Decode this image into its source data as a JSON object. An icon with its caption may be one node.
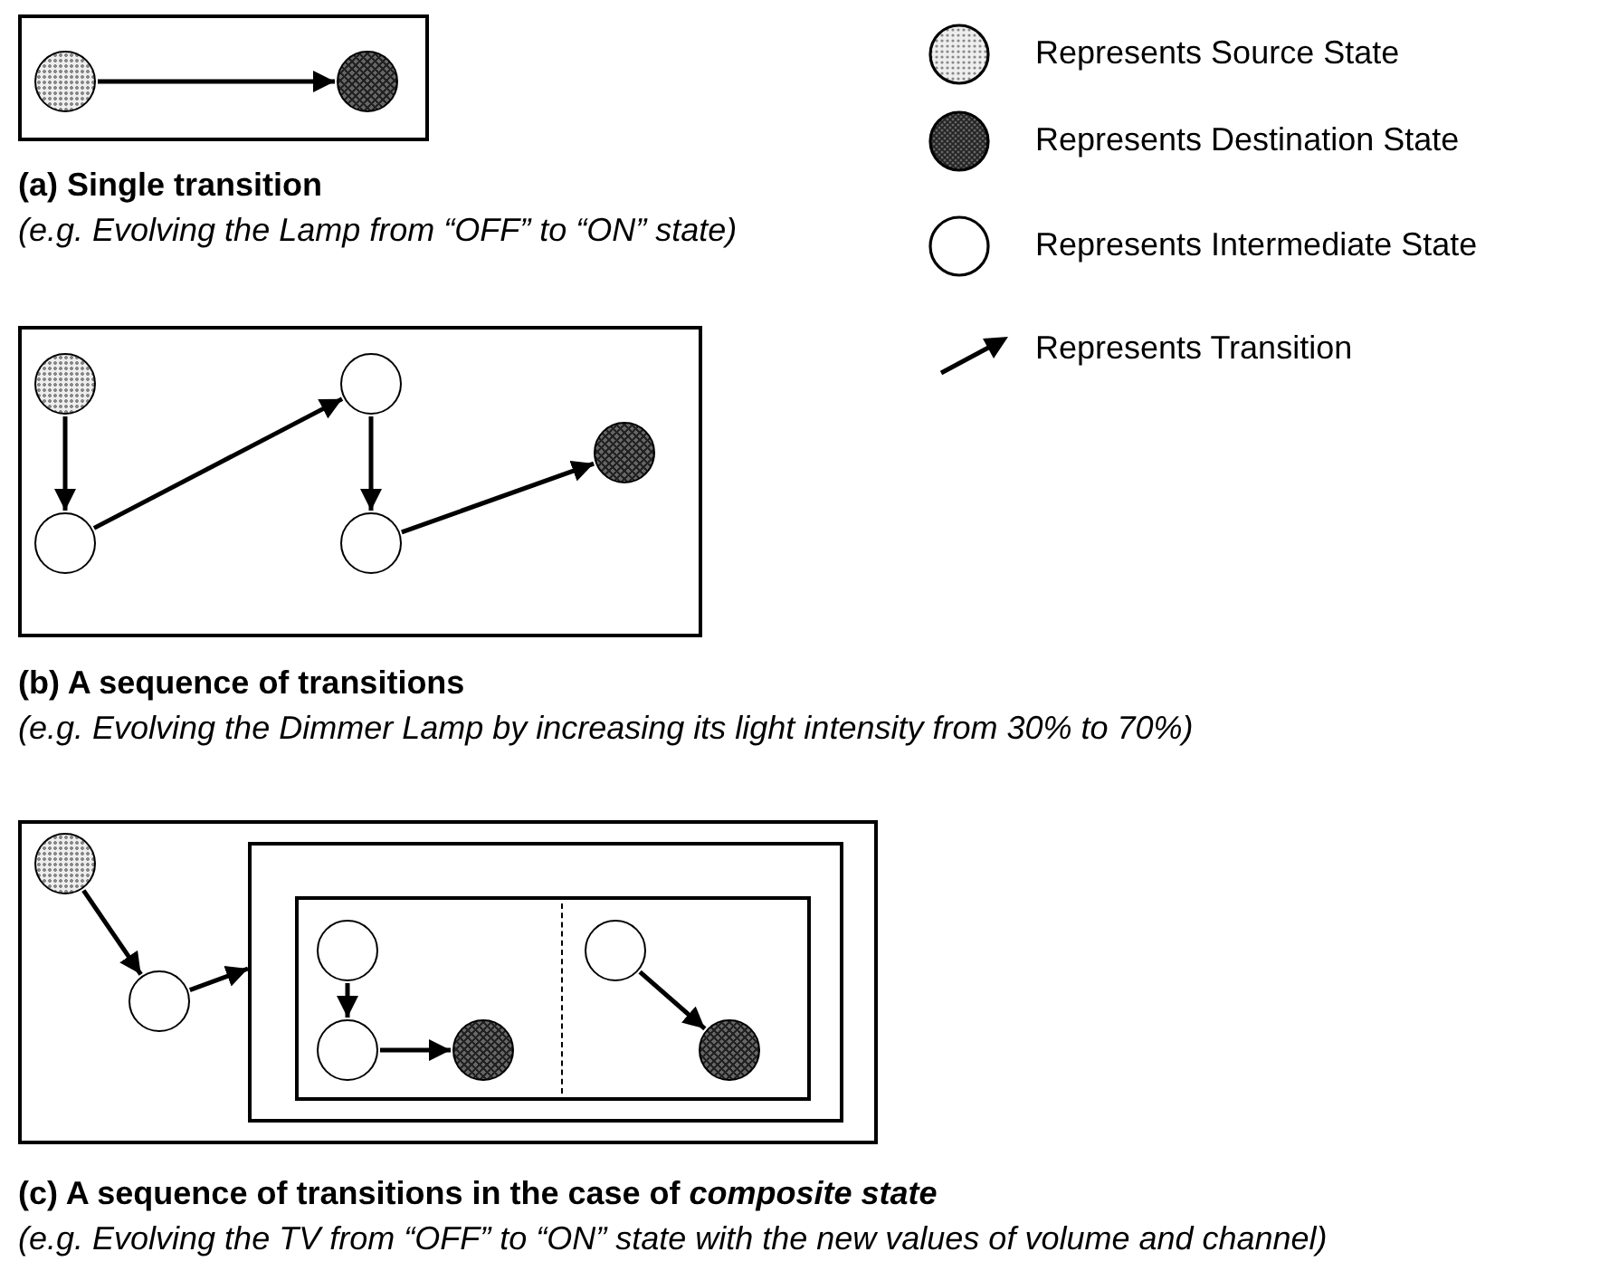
{
  "diagram": {
    "nodes": [
      {
        "text": [],
        "shape": "box"
      },
      {
        "text": [],
        "shape": "circle",
        "in": 0
      },
      {
        "text": [],
        "shape": "circle",
        "in": 0
      },
      {
        "text": [],
        "shape": "box"
      },
      {
        "text": [],
        "shape": "circle",
        "in": 3
      },
      {
        "text": [],
        "shape": "circle",
        "in": 3
      },
      {
        "text": [],
        "shape": "circle",
        "in": 3
      },
      {
        "text": [],
        "shape": "circle",
        "in": 3
      },
      {
        "text": [],
        "shape": "circle",
        "in": 3
      },
      {
        "text": [],
        "shape": "box"
      },
      {
        "text": [],
        "shape": "circle",
        "in": 9
      },
      {
        "text": [],
        "shape": "circle",
        "in": 9
      },
      {
        "text": [],
        "shape": "box",
        "in": 9
      },
      {
        "text": [],
        "shape": "box",
        "in": 12
      },
      {
        "text": [],
        "shape": "circle",
        "in": 13
      },
      {
        "text": [],
        "shape": "circle",
        "in": 13
      },
      {
        "text": [],
        "shape": "circle",
        "in": 13
      },
      {
        "text": [],
        "shape": "circle",
        "in": 13
      },
      {
        "text": [],
        "shape": "circle",
        "in": 13
      }
    ],
    "edges": [
      {
        "from": 1,
        "to": 2,
        "arrow": "to"
      },
      {
        "from": 4,
        "to": 5,
        "arrow": "to"
      },
      {
        "from": 5,
        "to": 6,
        "arrow": "to"
      },
      {
        "from": 6,
        "to": 7,
        "arrow": "to"
      },
      {
        "from": 7,
        "to": 8,
        "arrow": "to"
      },
      {
        "from": 10,
        "to": 11,
        "arrow": "to"
      },
      {
        "from": 11,
        "to": 12,
        "arrow": "to"
      },
      {
        "from": 14,
        "to": 15,
        "arrow": "to"
      },
      {
        "from": 15,
        "to": 16,
        "arrow": "to"
      },
      {
        "from": 17,
        "to": 18,
        "arrow": "to"
      }
    ],
    "labels": [
      "(a) Single transition",
      "(e.g. Evolving the Lamp from “OFF” to “ON” state)",
      "(b) A sequence of transitions",
      "(e.g. Evolving the Dimmer Lamp by increasing its light intensity from 30% to 70%)",
      "(c) A sequence of transitions in the case of *composite state*",
      "(e.g. Evolving the TV from “OFF” to “ON” state with the new values of volume and channel)"
    ],
    "legend": [
      {
        "text": "Represents Source State"
      },
      {
        "text": "Represents Destination State"
      },
      {
        "text": "Represents Intermediate State"
      },
      {
        "text": "Represents Transition"
      }
    ]
  }
}
